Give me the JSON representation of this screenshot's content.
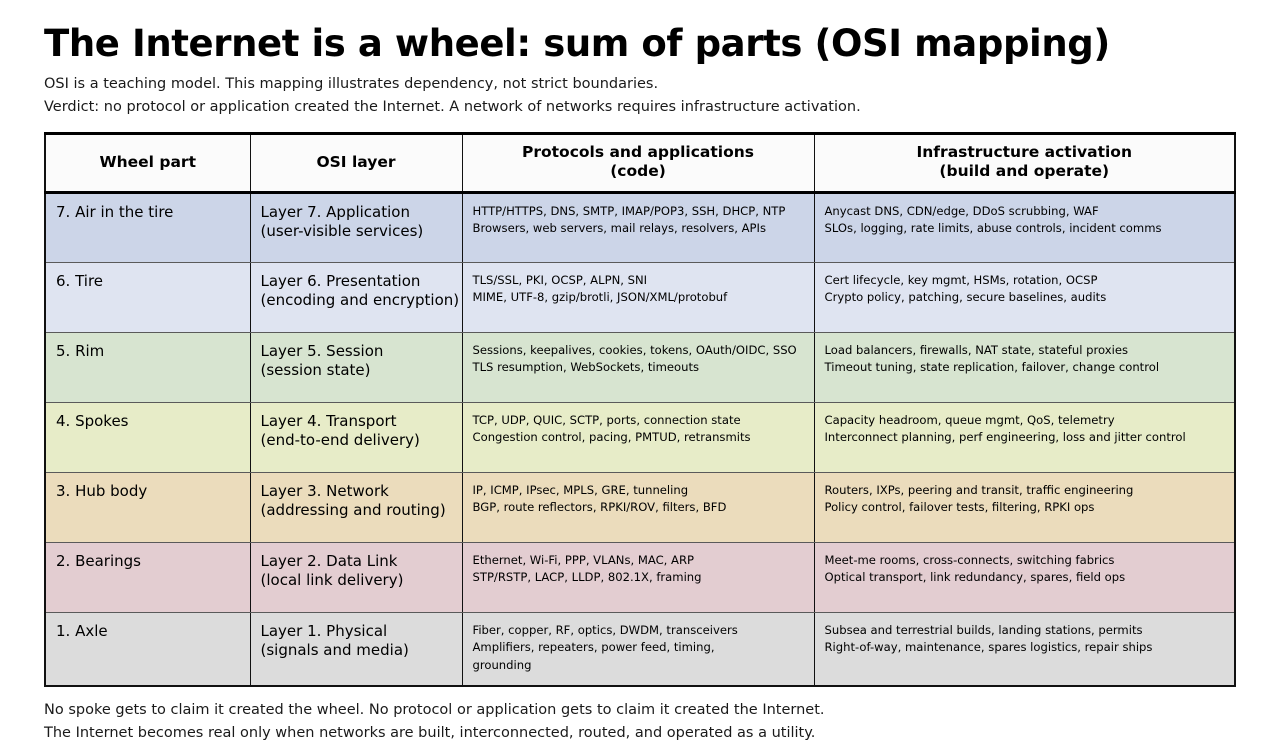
{
  "title": "The Internet is a wheel: sum of parts (OSI mapping)",
  "subtitles": [
    "OSI is a teaching model. This mapping illustrates dependency, not strict boundaries.",
    "Verdict: no protocol or application created the Internet. A network of networks requires infrastructure activation."
  ],
  "table": {
    "headers": [
      {
        "line1": "Wheel part",
        "line2": ""
      },
      {
        "line1": "OSI layer",
        "line2": ""
      },
      {
        "line1": "Protocols and applications",
        "line2": "(code)"
      },
      {
        "line1": "Infrastructure activation",
        "line2": "(build and operate)"
      }
    ],
    "rows": [
      {
        "part": "7. Air in the tire",
        "layer_name": "Layer 7. Application",
        "layer_note": "(user-visible services)",
        "protocols": [
          "HTTP/HTTPS, DNS, SMTP, IMAP/POP3, SSH, DHCP, NTP",
          "Browsers, web servers, mail relays, resolvers, APIs"
        ],
        "infrastructure": [
          "Anycast DNS, CDN/edge, DDoS scrubbing, WAF",
          "SLOs, logging, rate limits, abuse controls, incident comms"
        ],
        "color": "#ccd5e8"
      },
      {
        "part": "6. Tire",
        "layer_name": "Layer 6. Presentation",
        "layer_note": "(encoding and encryption)",
        "protocols": [
          "TLS/SSL, PKI, OCSP, ALPN, SNI",
          "MIME, UTF-8, gzip/brotli, JSON/XML/protobuf"
        ],
        "infrastructure": [
          "Cert lifecycle, key mgmt, HSMs, rotation, OCSP",
          "Crypto policy, patching, secure baselines, audits"
        ],
        "color": "#dfe4f1"
      },
      {
        "part": "5. Rim",
        "layer_name": "Layer 5. Session",
        "layer_note": "(session state)",
        "protocols": [
          "Sessions, keepalives, cookies, tokens, OAuth/OIDC, SSO",
          "TLS resumption, WebSockets, timeouts"
        ],
        "infrastructure": [
          "Load balancers, firewalls, NAT state, stateful proxies",
          "Timeout tuning, state replication, failover, change control"
        ],
        "color": "#d7e4d0"
      },
      {
        "part": "4. Spokes",
        "layer_name": "Layer 4. Transport",
        "layer_note": "(end-to-end delivery)",
        "protocols": [
          "TCP, UDP, QUIC, SCTP, ports, connection state",
          "Congestion control, pacing, PMTUD, retransmits"
        ],
        "infrastructure": [
          "Capacity headroom, queue mgmt, QoS, telemetry",
          "Interconnect planning, perf engineering, loss and jitter control"
        ],
        "color": "#e7ecc8"
      },
      {
        "part": "3. Hub body",
        "layer_name": "Layer 3. Network",
        "layer_note": "(addressing and routing)",
        "protocols": [
          "IP, ICMP, IPsec, MPLS, GRE, tunneling",
          "BGP, route reflectors, RPKI/ROV, filters, BFD"
        ],
        "infrastructure": [
          "Routers, IXPs, peering and transit, traffic engineering",
          "Policy control, failover tests, filtering, RPKI ops"
        ],
        "color": "#ebdcbc"
      },
      {
        "part": "2. Bearings",
        "layer_name": "Layer 2. Data Link",
        "layer_note": "(local link delivery)",
        "protocols": [
          "Ethernet, Wi-Fi, PPP, VLANs, MAC, ARP",
          "STP/RSTP, LACP, LLDP, 802.1X, framing"
        ],
        "infrastructure": [
          "Meet-me rooms, cross-connects, switching fabrics",
          "Optical transport, link redundancy, spares, field ops"
        ],
        "color": "#e3cdd1"
      },
      {
        "part": "1. Axle",
        "layer_name": "Layer 1. Physical",
        "layer_note": "(signals and media)",
        "protocols": [
          "Fiber, copper, RF, optics, DWDM, transceivers",
          "Amplifiers, repeaters, power feed, timing,",
          "grounding"
        ],
        "infrastructure": [
          "Subsea and terrestrial builds, landing stations, permits",
          "Right-of-way, maintenance, spares logistics, repair ships"
        ],
        "color": "#dcdcdc"
      }
    ]
  },
  "footer": [
    "No spoke gets to claim it created the wheel. No protocol or application gets to claim it created the Internet.",
    "The Internet becomes real only when networks are built, interconnected, routed, and operated as a utility."
  ]
}
